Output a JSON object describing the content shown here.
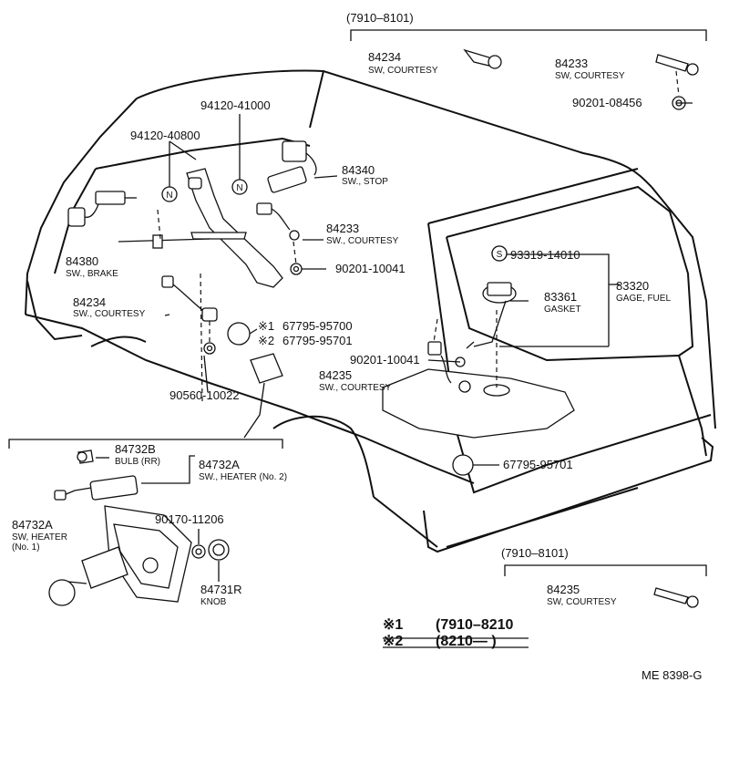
{
  "groups": {
    "top_range": "(7910–8101)",
    "bottom_range": "(7910–8101)"
  },
  "parts": {
    "p84234_top": {
      "number": "84234",
      "name": "SW, COURTESY"
    },
    "p84233_top": {
      "number": "84233",
      "name": "SW, COURTESY"
    },
    "p90201_08456": {
      "number": "90201-08456"
    },
    "p94120_41000": {
      "number": "94120-41000"
    },
    "p94120_40800": {
      "number": "94120-40800"
    },
    "p84340": {
      "number": "84340",
      "name": "SW., STOP"
    },
    "p84233_mid": {
      "number": "84233",
      "name": "SW., COURTESY"
    },
    "p84380": {
      "number": "84380",
      "name": "SW., BRAKE"
    },
    "p90201_10041_a": {
      "number": "90201-10041"
    },
    "p84234_mid": {
      "number": "84234",
      "name": "SW., COURTESY"
    },
    "p93319_14010": {
      "number": "93319-14010"
    },
    "p83320": {
      "number": "83320",
      "name": "GAGE, FUEL"
    },
    "p83361": {
      "number": "83361",
      "name": "GASKET"
    },
    "p67795_95700": {
      "mark": "※1",
      "number": "67795-95700"
    },
    "p67795_95701_a": {
      "mark": "※2",
      "number": "67795-95701"
    },
    "p90201_10041_b": {
      "number": "90201-10041"
    },
    "p84235_mid": {
      "number": "84235",
      "name": "SW., COURTESY"
    },
    "p90560_10022": {
      "number": "90560-10022"
    },
    "p84732B": {
      "number": "84732B",
      "name": "BULB (RR)"
    },
    "p84732A_r": {
      "number": "84732A",
      "name": "SW., HEATER (No. 2)"
    },
    "p84732A_l": {
      "number": "84732A",
      "name1": "SW, HEATER",
      "name2": "(No. 1)"
    },
    "p90170_11206": {
      "number": "90170-11206"
    },
    "p84731R": {
      "number": "84731R",
      "name": "KNOB"
    },
    "p67795_95701_b": {
      "number": "67795-95701"
    },
    "p84235_bottom": {
      "number": "84235",
      "name": "SW, COURTESY"
    }
  },
  "callouts": {
    "n1": "N",
    "n2": "N",
    "s": "S"
  },
  "notes": [
    {
      "mark": "※1",
      "range": "(7910–8210"
    },
    {
      "mark": "※2",
      "range": "(8210—      )"
    }
  ],
  "figure_id": "ME  8398-G"
}
